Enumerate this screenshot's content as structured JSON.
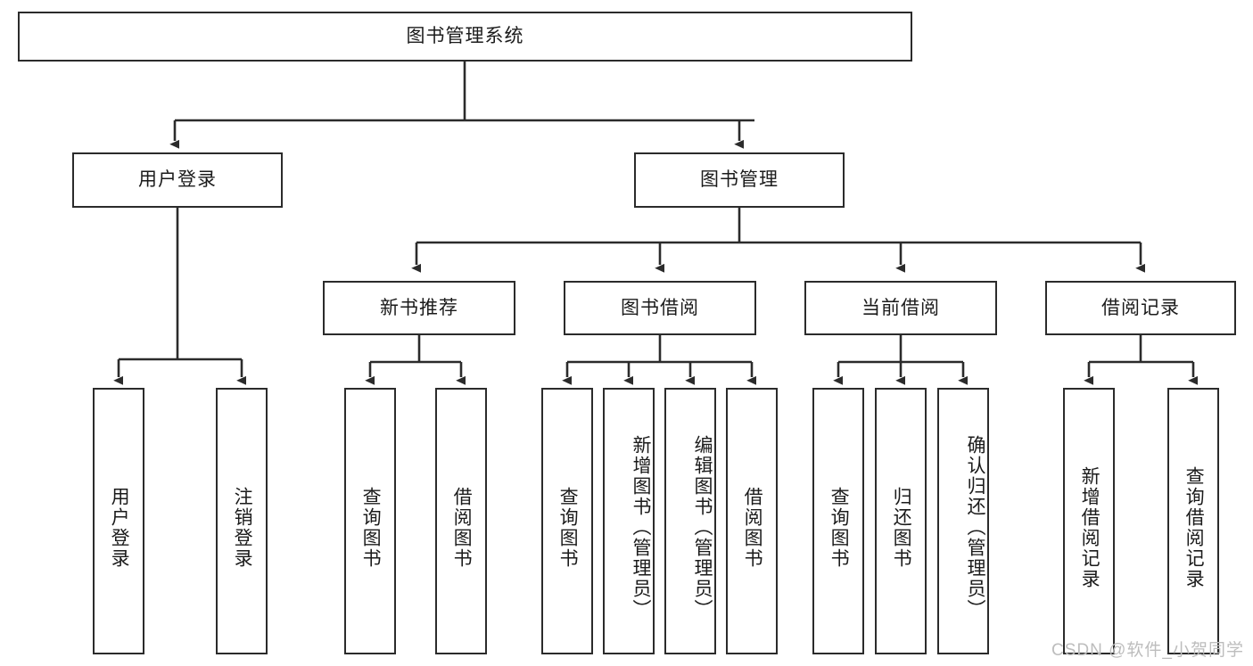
{
  "diagram": {
    "title": "图书管理系统",
    "type": "hierarchy-tree",
    "root": {
      "label": "图书管理系统"
    },
    "level2": [
      {
        "label": "用户登录"
      },
      {
        "label": "图书管理"
      }
    ],
    "level3": [
      {
        "label": "新书推荐"
      },
      {
        "label": "图书借阅"
      },
      {
        "label": "当前借阅"
      },
      {
        "label": "借阅记录"
      }
    ],
    "leaves": {
      "user_login": [
        {
          "label": "用户登录"
        },
        {
          "label": "注销登录"
        }
      ],
      "new_book_recommend": [
        {
          "label": "查询图书"
        },
        {
          "label": "借阅图书"
        }
      ],
      "book_borrow": [
        {
          "label": "查询图书"
        },
        {
          "label": "新增图书（管理员）"
        },
        {
          "label": "编辑图书（管理员）"
        },
        {
          "label": "借阅图书"
        }
      ],
      "current_borrow": [
        {
          "label": "查询图书"
        },
        {
          "label": "归还图书"
        },
        {
          "label": "确认归还（管理员）"
        }
      ],
      "borrow_record": [
        {
          "label": "新增借阅记录"
        },
        {
          "label": "查询借阅记录"
        }
      ]
    }
  },
  "watermark": {
    "text": "CSDN @软件_小贺同学"
  },
  "colors": {
    "stroke": "#2b2b2b",
    "fill": "#ffffff",
    "text": "#1b1b1b",
    "watermark": "#bdbdbd"
  }
}
